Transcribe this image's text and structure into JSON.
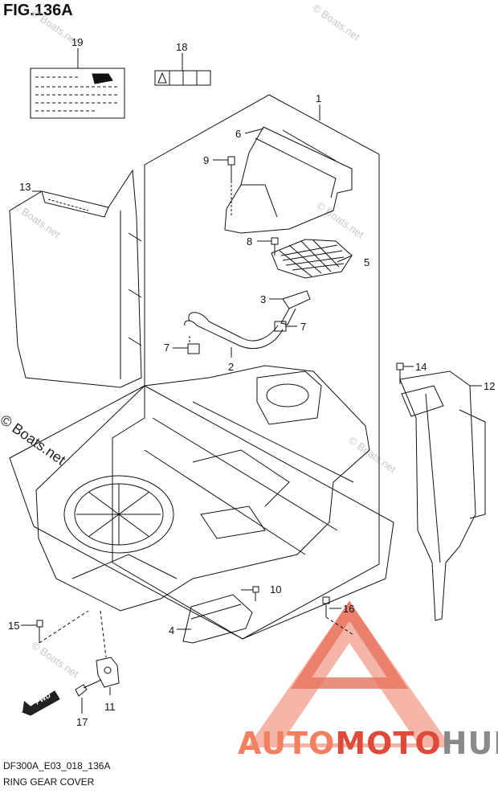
{
  "figure_title": "FIG.136A",
  "footer_code": "DF300A_E03_018_136A",
  "footer_name": "RING GEAR COVER",
  "watermark": "© Boats.net",
  "brand": {
    "part1": "AUTO",
    "part2": "MOTO",
    "part3": "HUB"
  },
  "callouts": [
    "1",
    "2",
    "3",
    "4",
    "5",
    "6",
    "7",
    "7",
    "8",
    "9",
    "10",
    "11",
    "12",
    "13",
    "14",
    "15",
    "16",
    "17",
    "18",
    "19"
  ],
  "fwd_label": "FWD",
  "colors": {
    "line": "#111111",
    "brand_light": "#f08060",
    "brand_red": "#e04a3a",
    "brand_gray": "#8a8a8a"
  }
}
